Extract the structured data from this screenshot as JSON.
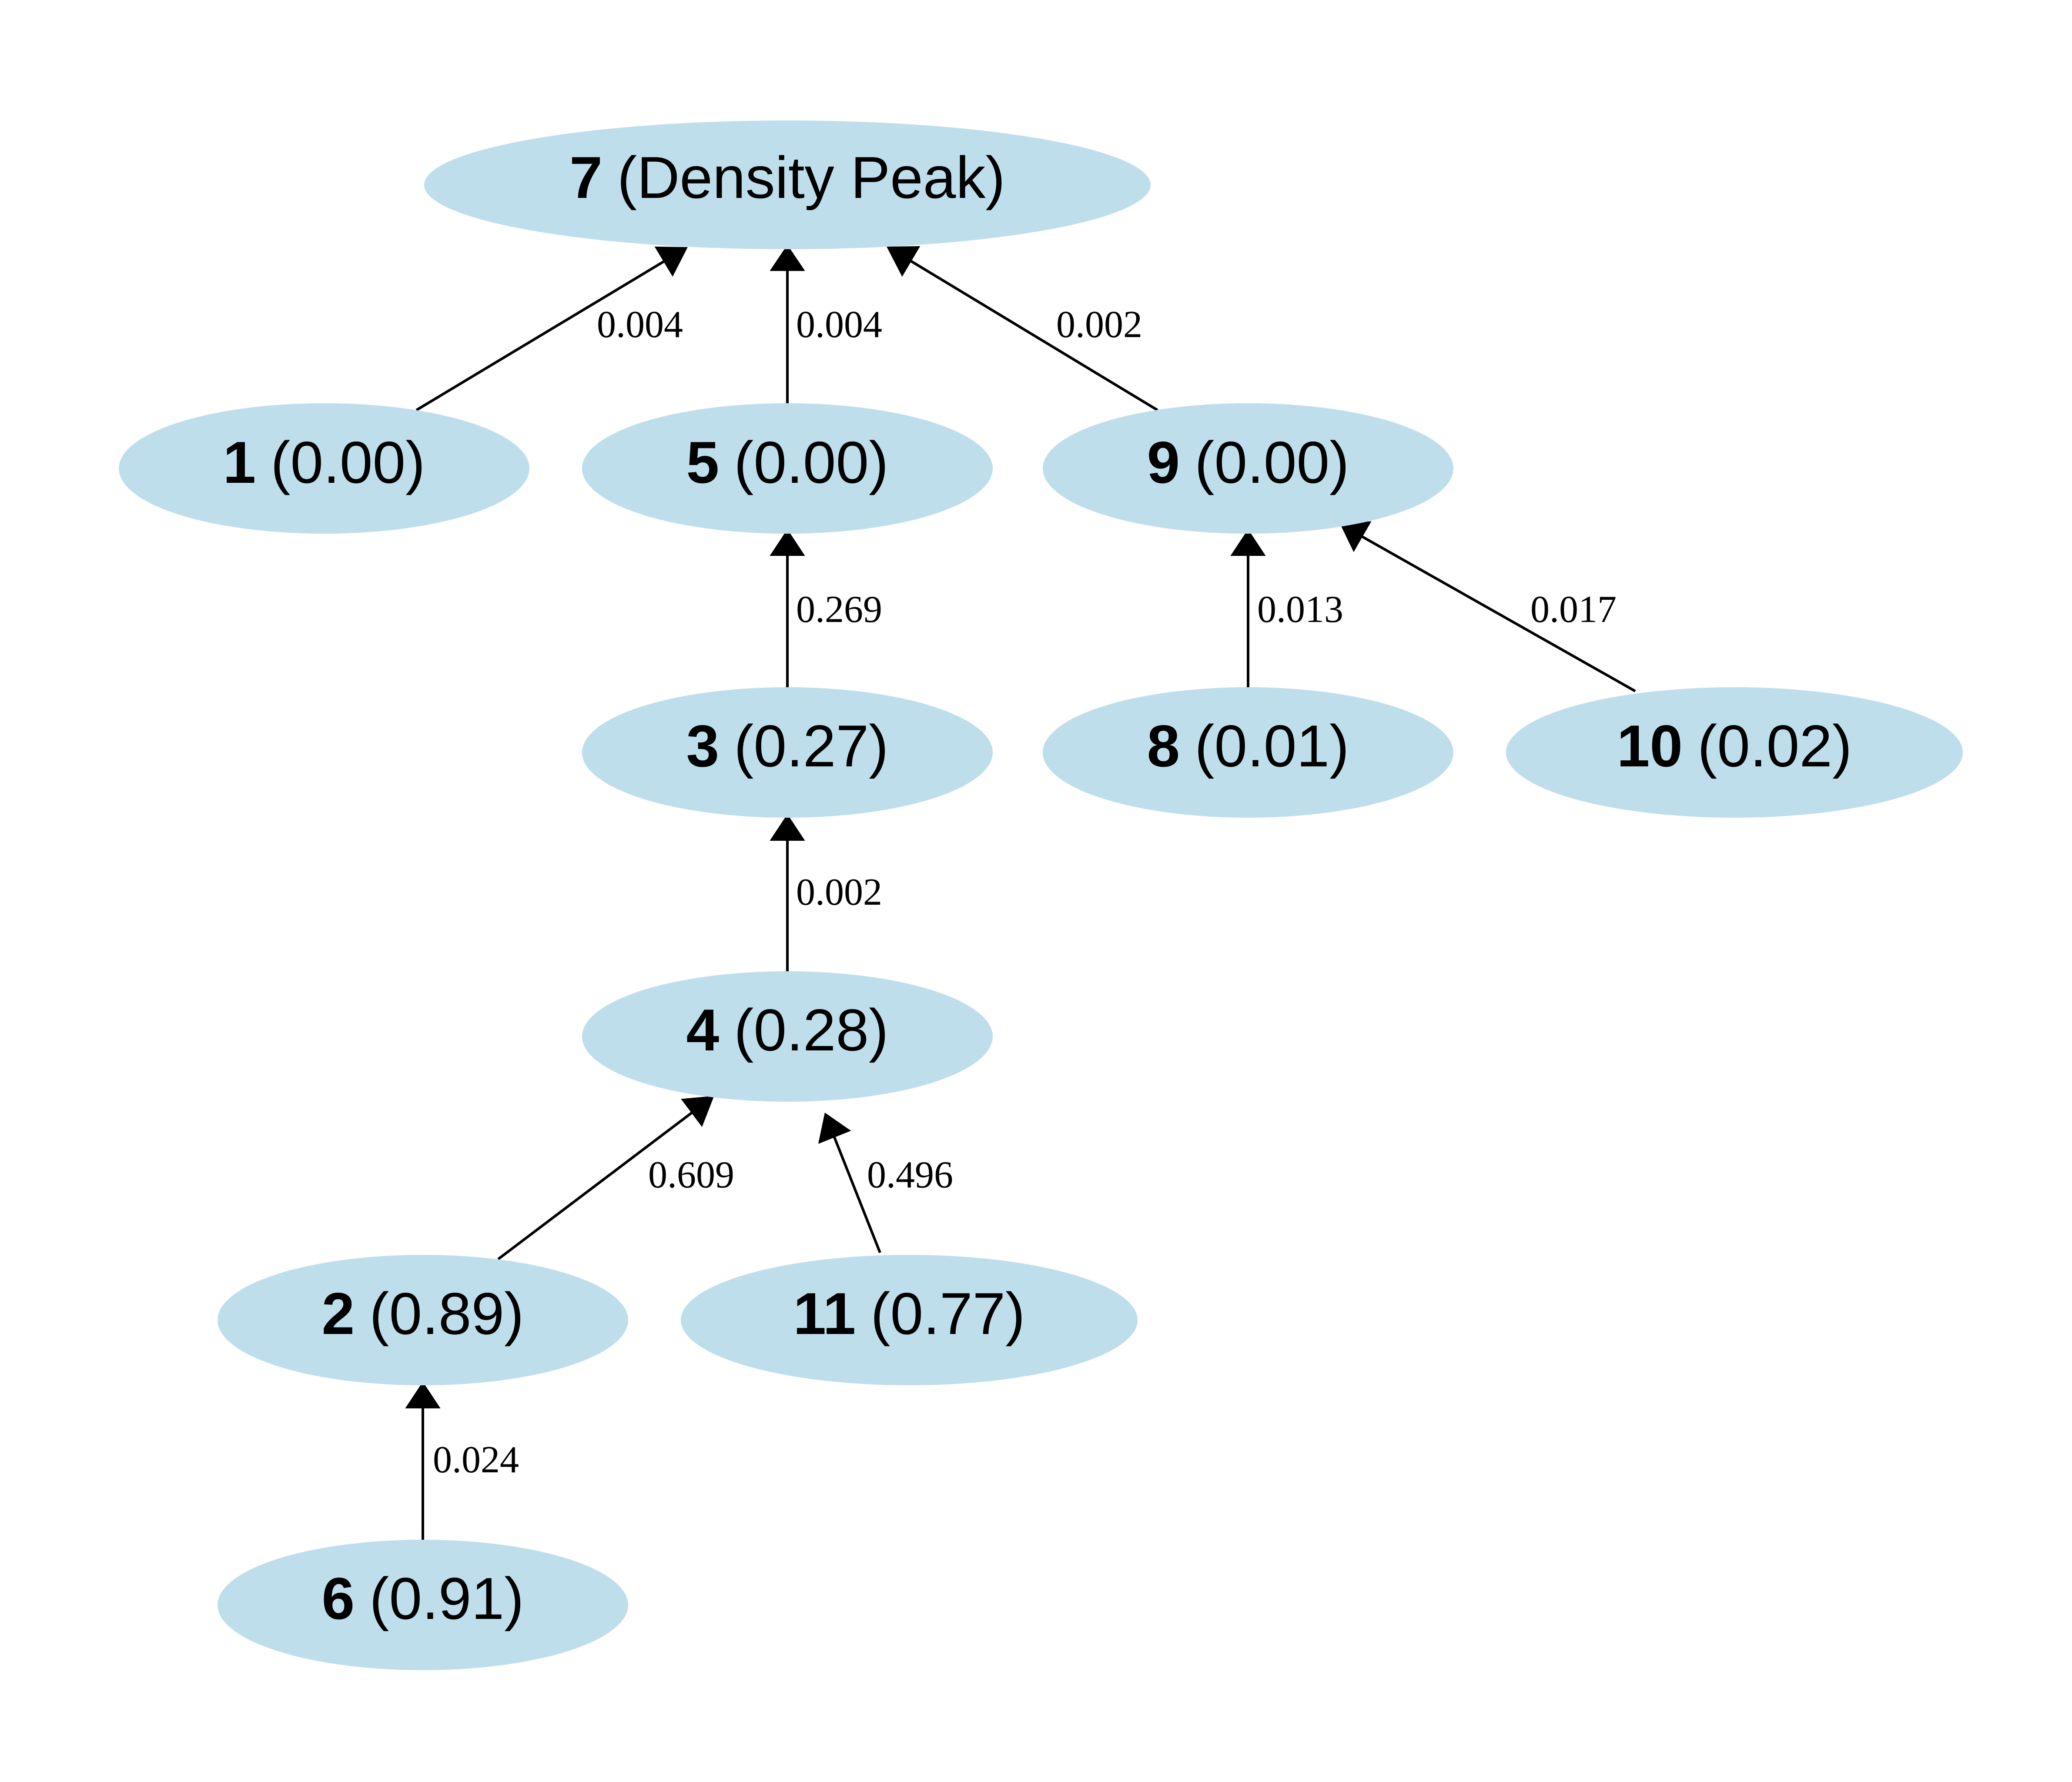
{
  "nodes": [
    {
      "id": "7",
      "detail": "(Density Peak)"
    },
    {
      "id": "1",
      "detail": "(0.00)"
    },
    {
      "id": "5",
      "detail": "(0.00)"
    },
    {
      "id": "9",
      "detail": "(0.00)"
    },
    {
      "id": "3",
      "detail": "(0.27)"
    },
    {
      "id": "8",
      "detail": "(0.01)"
    },
    {
      "id": "10",
      "detail": "(0.02)"
    },
    {
      "id": "4",
      "detail": "(0.28)"
    },
    {
      "id": "2",
      "detail": "(0.89)"
    },
    {
      "id": "11",
      "detail": "(0.77)"
    },
    {
      "id": "6",
      "detail": "(0.91)"
    }
  ],
  "edges": [
    {
      "from": "1",
      "to": "7",
      "label": "0.004"
    },
    {
      "from": "5",
      "to": "7",
      "label": "0.004"
    },
    {
      "from": "9",
      "to": "7",
      "label": "0.002"
    },
    {
      "from": "3",
      "to": "5",
      "label": "0.269"
    },
    {
      "from": "8",
      "to": "9",
      "label": "0.013"
    },
    {
      "from": "10",
      "to": "9",
      "label": "0.017"
    },
    {
      "from": "4",
      "to": "3",
      "label": "0.002"
    },
    {
      "from": "2",
      "to": "4",
      "label": "0.609"
    },
    {
      "from": "11",
      "to": "4",
      "label": "0.496"
    },
    {
      "from": "6",
      "to": "2",
      "label": "0.024"
    }
  ],
  "colors": {
    "node_fill": "#bfdeeb",
    "edge": "#000000",
    "background": "#ffffff"
  }
}
